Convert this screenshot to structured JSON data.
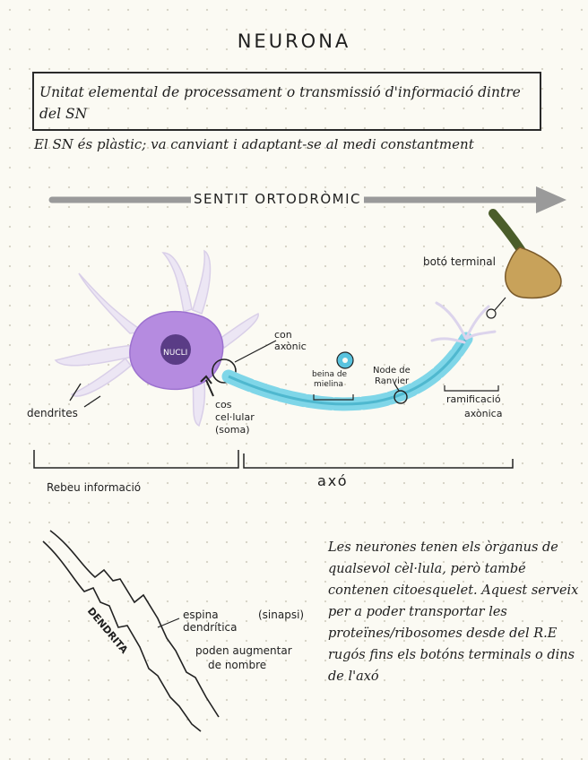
{
  "title": "NEURONA",
  "definition": "Unitat elemental de processament o transmissió d'informació dintre del SN",
  "plasticity": "El SN és plàstic; va canviant i adaptant-se al medi constantment",
  "direction_label": "SENTIT ORTODRÒMIC",
  "labels": {
    "nucli": "NUCLI",
    "dendrites": "dendrites",
    "cos_cellular_1": "cos",
    "cos_cellular_2": "cel·lular",
    "cos_cellular_3": "(soma)",
    "con_axonic_1": "con",
    "con_axonic_2": "axònic",
    "beina_1": "beina de",
    "beina_2": "mielina",
    "nodul_1": "Node de",
    "nodul_2": "Ranvier",
    "ramificacio_1": "ramificació",
    "ramificacio_2": "axònica",
    "boto_terminal": "botó terminal",
    "rebeu": "Rebeu informació",
    "axo": "axó",
    "dendrita": "DENDRITA",
    "espina_1": "espina",
    "espina_2": "dendrítica",
    "sinapsi": "(sinapsi)",
    "poden_1": "poden augmentar",
    "poden_2": "de nombre"
  },
  "note": "Les neurones tenen els òrganus de qualsevol cèl·lula, però també contenen citoesquelet. Aquest serveix per a poder transportar les proteïnes/ribosomes desde del R.E rugós fins els botóns terminals o dins de l'axó",
  "colors": {
    "soma": "#b58be0",
    "nucleus": "#5a3c86",
    "axon": "#7fd6e8",
    "arrow": "#9a9a9a",
    "bouton": "#c8a25a"
  }
}
